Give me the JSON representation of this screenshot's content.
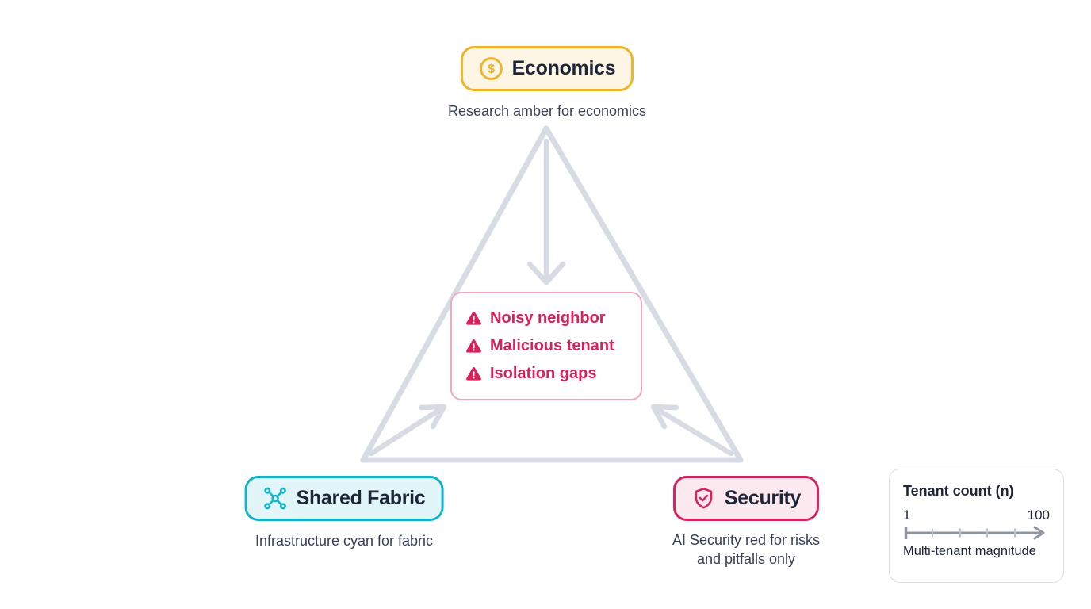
{
  "colors": {
    "background": "#ffffff",
    "ink": "#1d2638",
    "caption": "#364156",
    "amber": "#f0b42a",
    "amber-fill": "#fdf6e4",
    "cyan": "#17b1c7",
    "cyan-fill": "#e2f6f9",
    "crimson": "#d3255f",
    "crimson-fill": "#fbe9ef",
    "risk": "#d9205b",
    "risk-border": "#f0a7bf",
    "edge": "#d7dbe4",
    "legend-border": "#dbdee3",
    "axis": "#8e97a6",
    "axis-tick": "#bbc1cb"
  },
  "nodes": {
    "economics": {
      "label": "Economics",
      "caption": "Research amber for economics",
      "icon": "dollar-circle"
    },
    "shared_fabric": {
      "label": "Shared Fabric",
      "caption": "Infrastructure cyan for fabric",
      "icon": "network-hub"
    },
    "security": {
      "label": "Security",
      "caption_line1": "AI Security red for risks",
      "caption_line2": "and pitfalls only",
      "icon": "shield-check"
    }
  },
  "risks": {
    "items": [
      {
        "label": "Noisy neighbor"
      },
      {
        "label": "Malicious tenant"
      },
      {
        "label": "Isolation gaps"
      }
    ]
  },
  "legend": {
    "title": "Tenant count (n)",
    "min": "1",
    "max": "100",
    "caption": "Multi-tenant magnitude"
  }
}
